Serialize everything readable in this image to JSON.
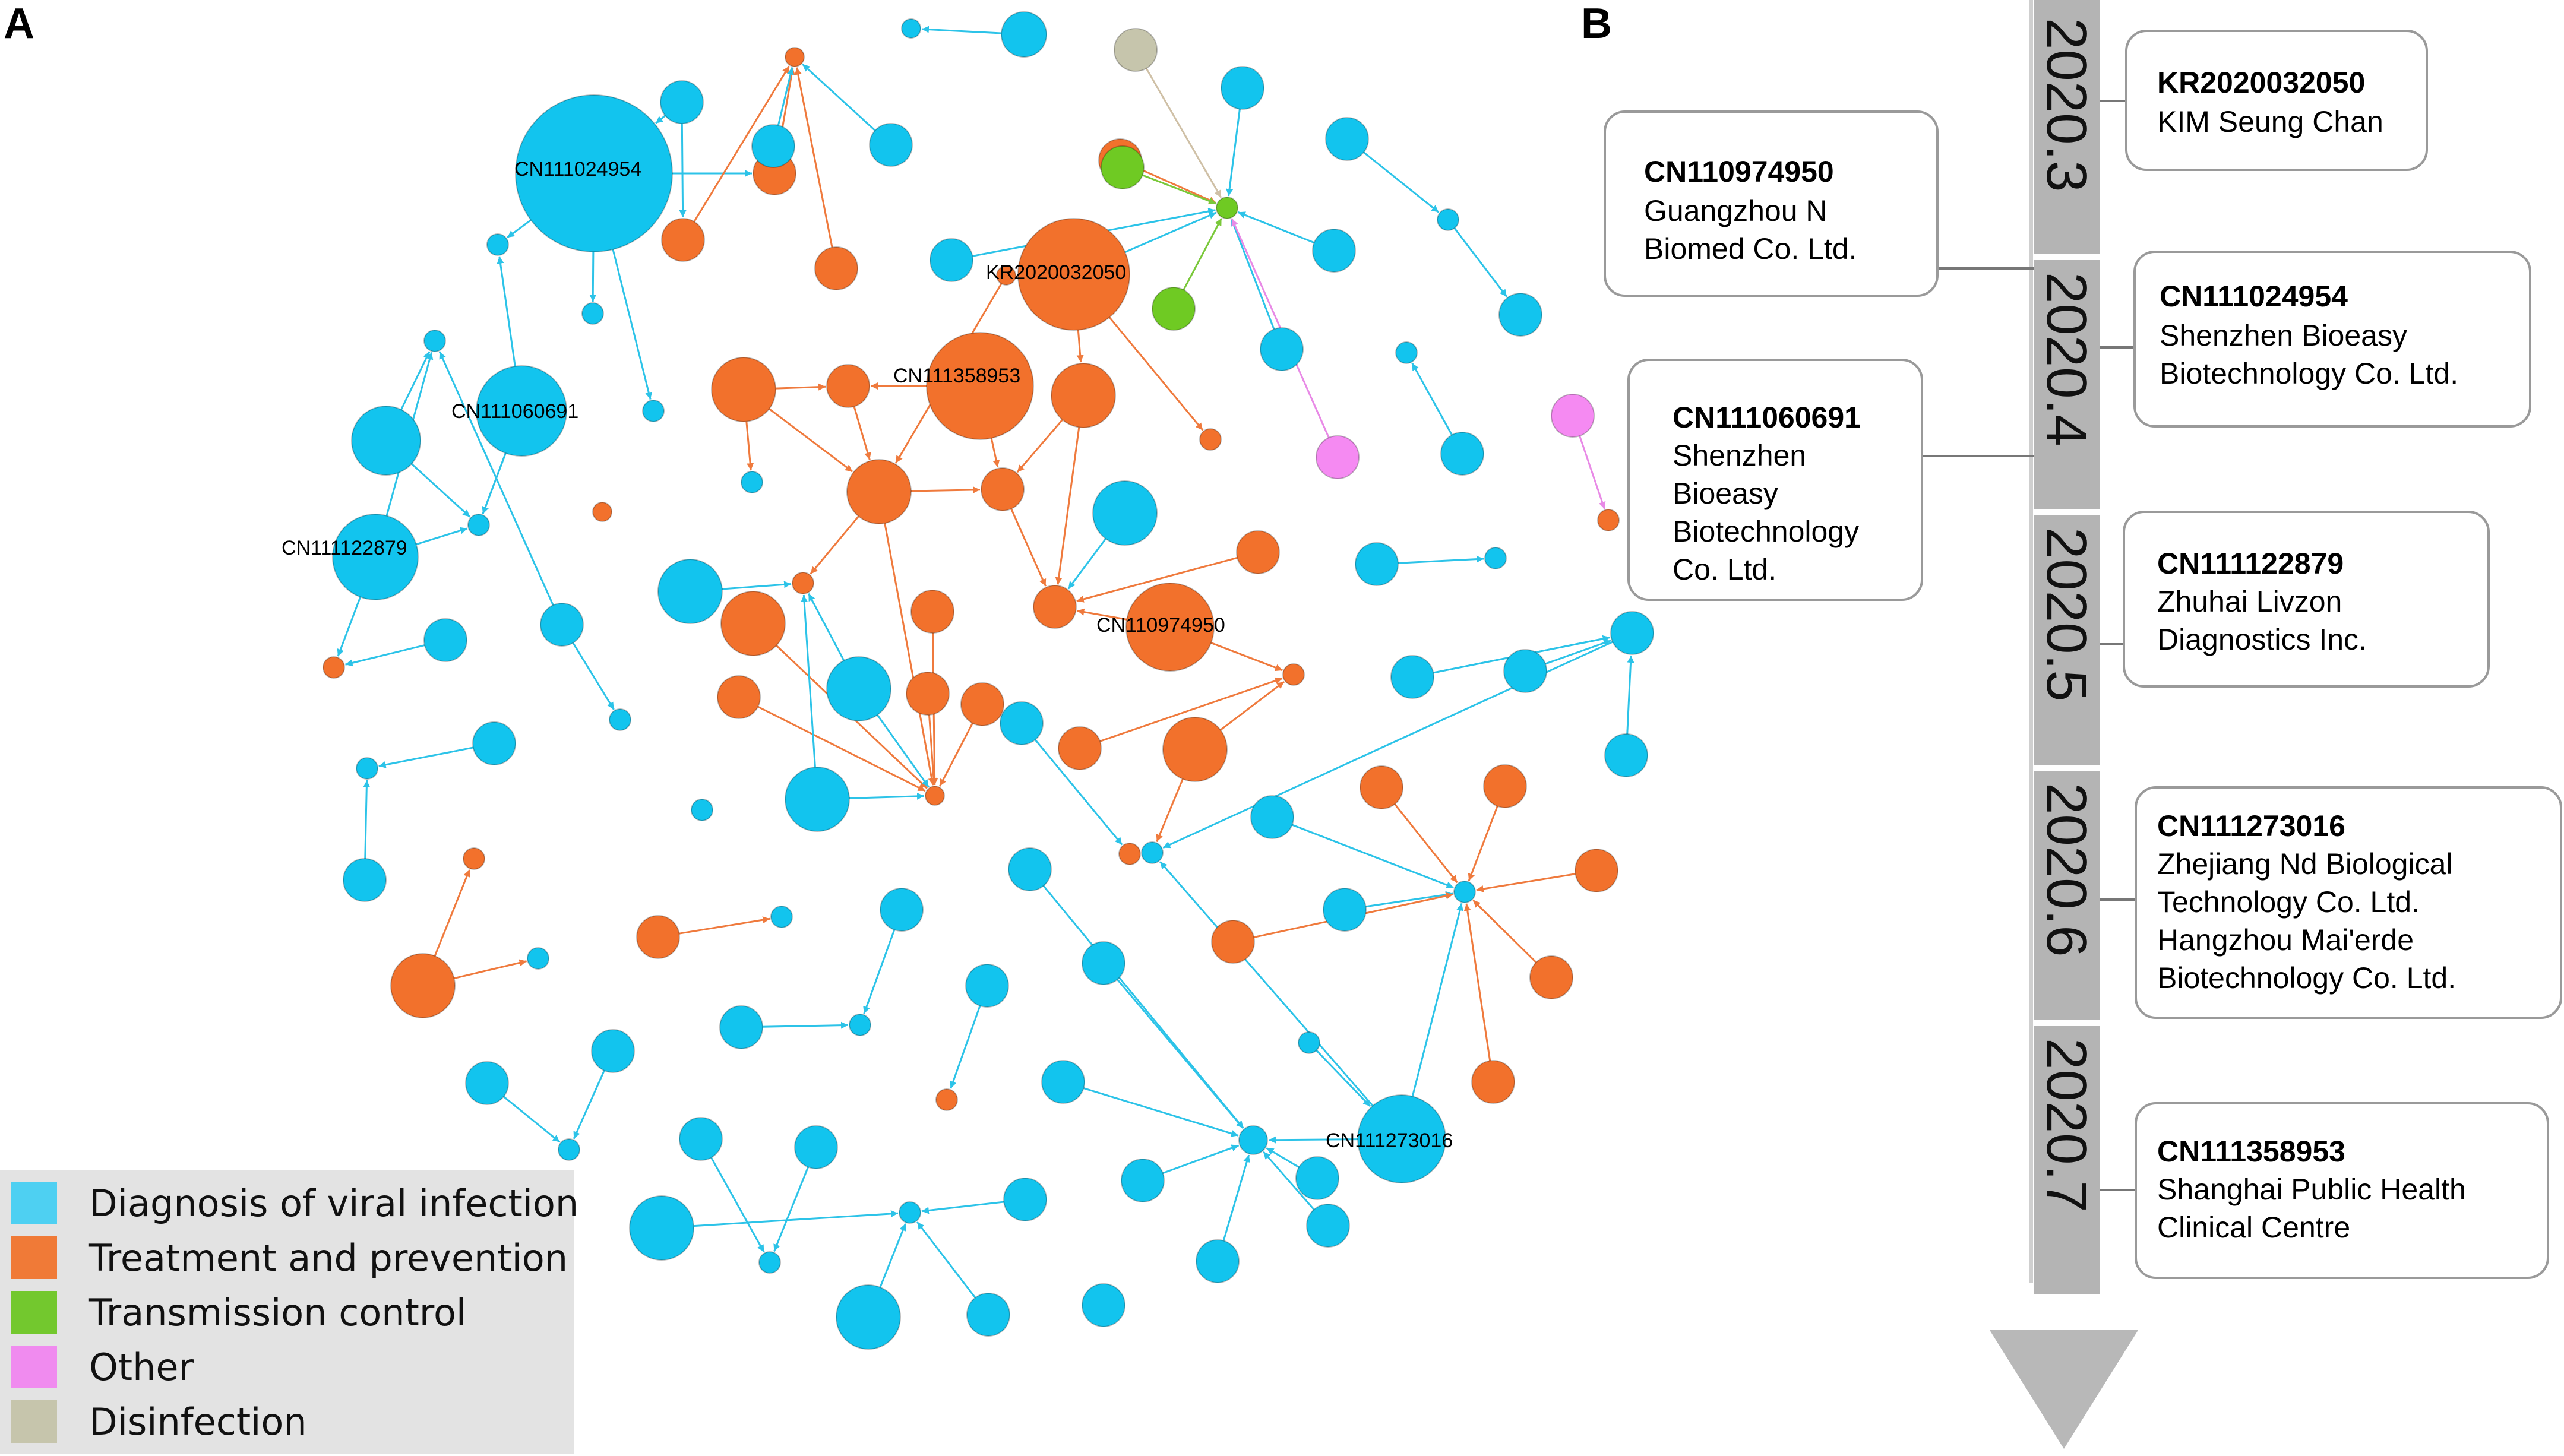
{
  "panels": {
    "a": "A",
    "b": "B"
  },
  "colors": {
    "diagnosis": "#12c4ee",
    "treatment": "#f2712c",
    "transmission": "#6fca23",
    "other": "#f58af2",
    "disinfection": "#c6c5ac"
  },
  "legend": [
    {
      "label": "Diagnosis of viral infection",
      "color": "#4ed0f2"
    },
    {
      "label": "Treatment and prevention",
      "color": "#f07a37"
    },
    {
      "label": "Transmission control",
      "color": "#73c82e"
    },
    {
      "label": "Other",
      "color": "#f08bef"
    },
    {
      "label": "Disinfection",
      "color": "#c6c5ac"
    }
  ],
  "node_labels": {
    "cn111024954": "CN111024954",
    "cn111060691": "CN111060691",
    "cn111122879": "CN111122879",
    "kr2020032050": "KR2020032050",
    "cn111358953": "CN111358953",
    "cn110974950": "CN110974950",
    "cn111273016": "CN111273016"
  },
  "timeline": {
    "dates": [
      "2020.3",
      "2020.4",
      "2020.5",
      "2020.6",
      "2020.7"
    ],
    "cards": [
      {
        "id": "kr2020032050",
        "title": "KR2020032050",
        "lines": [
          "KIM Seung Chan"
        ]
      },
      {
        "id": "cn110974950",
        "title": "CN110974950",
        "lines": [
          "Guangzhou N",
          "Biomed Co. Ltd."
        ]
      },
      {
        "id": "cn111024954",
        "title": "CN111024954",
        "lines": [
          "Shenzhen Bioeasy",
          "Biotechnology Co. Ltd."
        ]
      },
      {
        "id": "cn111060691",
        "title": "CN111060691",
        "lines": [
          "Shenzhen",
          "Bioeasy",
          "Biotechnology",
          "Co. Ltd."
        ]
      },
      {
        "id": "cn111122879",
        "title": "CN111122879",
        "lines": [
          "Zhuhai Livzon",
          "Diagnostics Inc."
        ]
      },
      {
        "id": "cn111273016",
        "title": "CN111273016",
        "lines": [
          "Zhejiang Nd Biological",
          "Technology Co. Ltd.",
          "Hangzhou Mai'erde",
          "Biotechnology Co. Ltd."
        ]
      },
      {
        "id": "cn111358953",
        "title": "CN111358953",
        "lines": [
          "Shanghai Public Health",
          "Clinical Centre"
        ]
      }
    ]
  }
}
